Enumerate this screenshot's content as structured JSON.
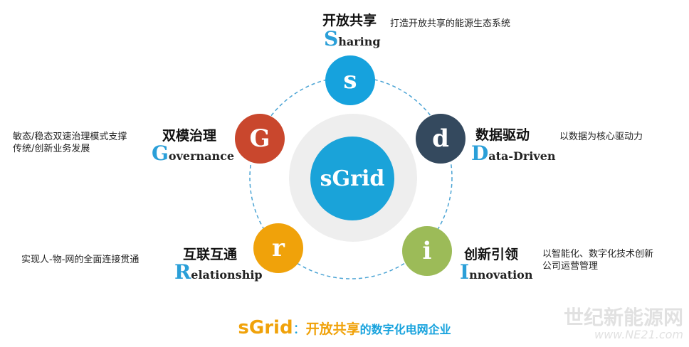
{
  "center": {
    "label": "sGrid",
    "color": "#1aa3d9",
    "halo": "#eeeeee"
  },
  "ring_color": "#4aa3d4",
  "nodes": [
    {
      "letter": "s",
      "title_cn": "开放共享",
      "title_en_cap": "S",
      "title_en_rest": "haring",
      "desc": [
        "打造开放共享的能源生态系统"
      ],
      "color": "#16a2dd"
    },
    {
      "letter": "d",
      "title_cn": "数据驱动",
      "title_en_cap": "D",
      "title_en_rest": "ata-Driven",
      "desc": [
        "以数据为核心驱动力"
      ],
      "color": "#34495e"
    },
    {
      "letter": "i",
      "title_cn": "创新引领",
      "title_en_cap": "I",
      "title_en_rest": "nnovation",
      "desc": [
        "以智能化、数字化技术创新",
        "公司运营管理"
      ],
      "color": "#9cbb58"
    },
    {
      "letter": "r",
      "title_cn": "互联互通",
      "title_en_cap": "R",
      "title_en_rest": "elationship",
      "desc": [
        "实现人-物-网的全面连接贯通"
      ],
      "color": "#f0a20a"
    },
    {
      "letter": "G",
      "title_cn": "双模治理",
      "title_en_cap": "G",
      "title_en_rest": "overnance",
      "desc": [
        "敏态/稳态双速治理模式支撑",
        "传统/创新业务发展"
      ],
      "color": "#c9472d"
    }
  ],
  "footer": {
    "brand": "sGrid",
    "sep": "：",
    "highlight": "开放共享",
    "rest": "的数字化电网企业",
    "brand_color": "#f0a20a",
    "text_color": "#16a2dd"
  },
  "watermark": {
    "line1": "世纪新能源网",
    "line2": "www.NE21.com"
  }
}
